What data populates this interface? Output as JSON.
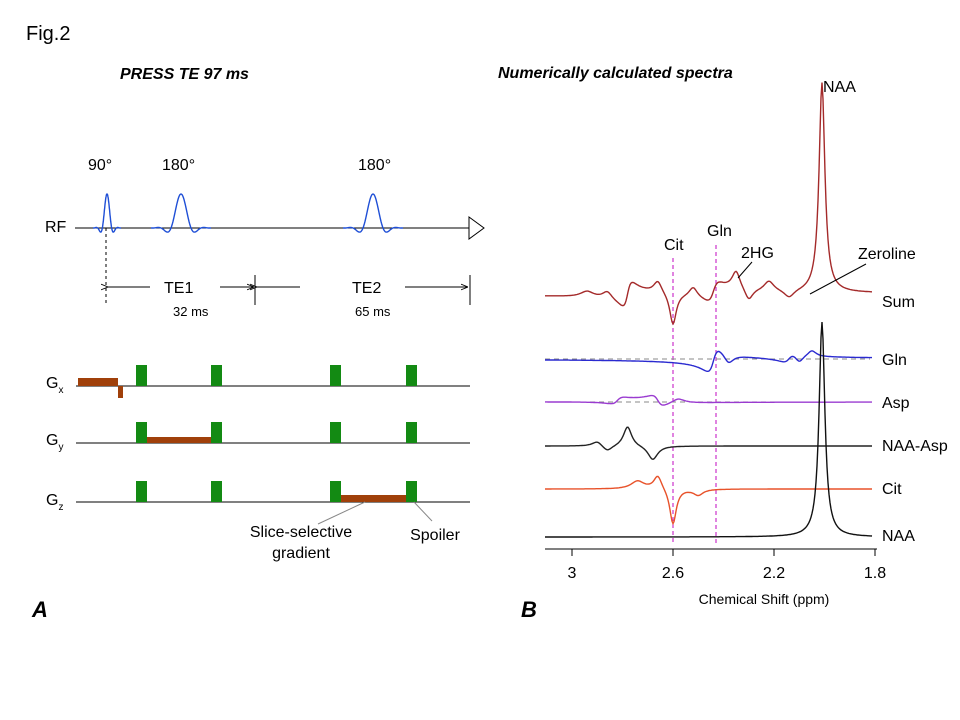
{
  "figure_label": "Fig.2",
  "panel_a": {
    "title": "PRESS TE 97 ms",
    "label": "A",
    "rf_label": "RF",
    "pulse_labels": [
      "90°",
      "180°",
      "180°"
    ],
    "te1_label": "TE1",
    "te1_value": "32 ms",
    "te2_label": "TE2",
    "te2_value": "65 ms",
    "gradient_labels": {
      "gx_main": "G",
      "gx_sub": "x",
      "gy_main": "G",
      "gy_sub": "y",
      "gz_main": "G",
      "gz_sub": "z"
    },
    "annotation_slice_line1": "Slice-selective",
    "annotation_slice_line2": "gradient",
    "annotation_spoiler": "Spoiler",
    "colors": {
      "rf_pulse": "#1f4fd6",
      "spoiler": "#138a13",
      "slice_gradient": "#a0400a"
    }
  },
  "panel_b": {
    "title": "Numerically calculated spectra",
    "label": "B",
    "xlabel": "Chemical Shift (ppm)",
    "x_ticks": [
      "3",
      "2.6",
      "2.2",
      "1.8"
    ],
    "peak_labels": {
      "cit": "Cit",
      "gln": "Gln",
      "hg": "2HG",
      "naa": "NAA",
      "zeroline": "Zeroline"
    },
    "trace_labels": [
      "Sum",
      "Gln",
      "Asp",
      "NAA-Asp",
      "Cit",
      "NAA"
    ],
    "colors": {
      "sum": "#a42a2a",
      "gln": "#2a2ad0",
      "asp": "#9a3bd0",
      "naa_asp": "#222222",
      "cit": "#e8522a",
      "naa": "#111111",
      "marker": "#cc33cc"
    }
  }
}
